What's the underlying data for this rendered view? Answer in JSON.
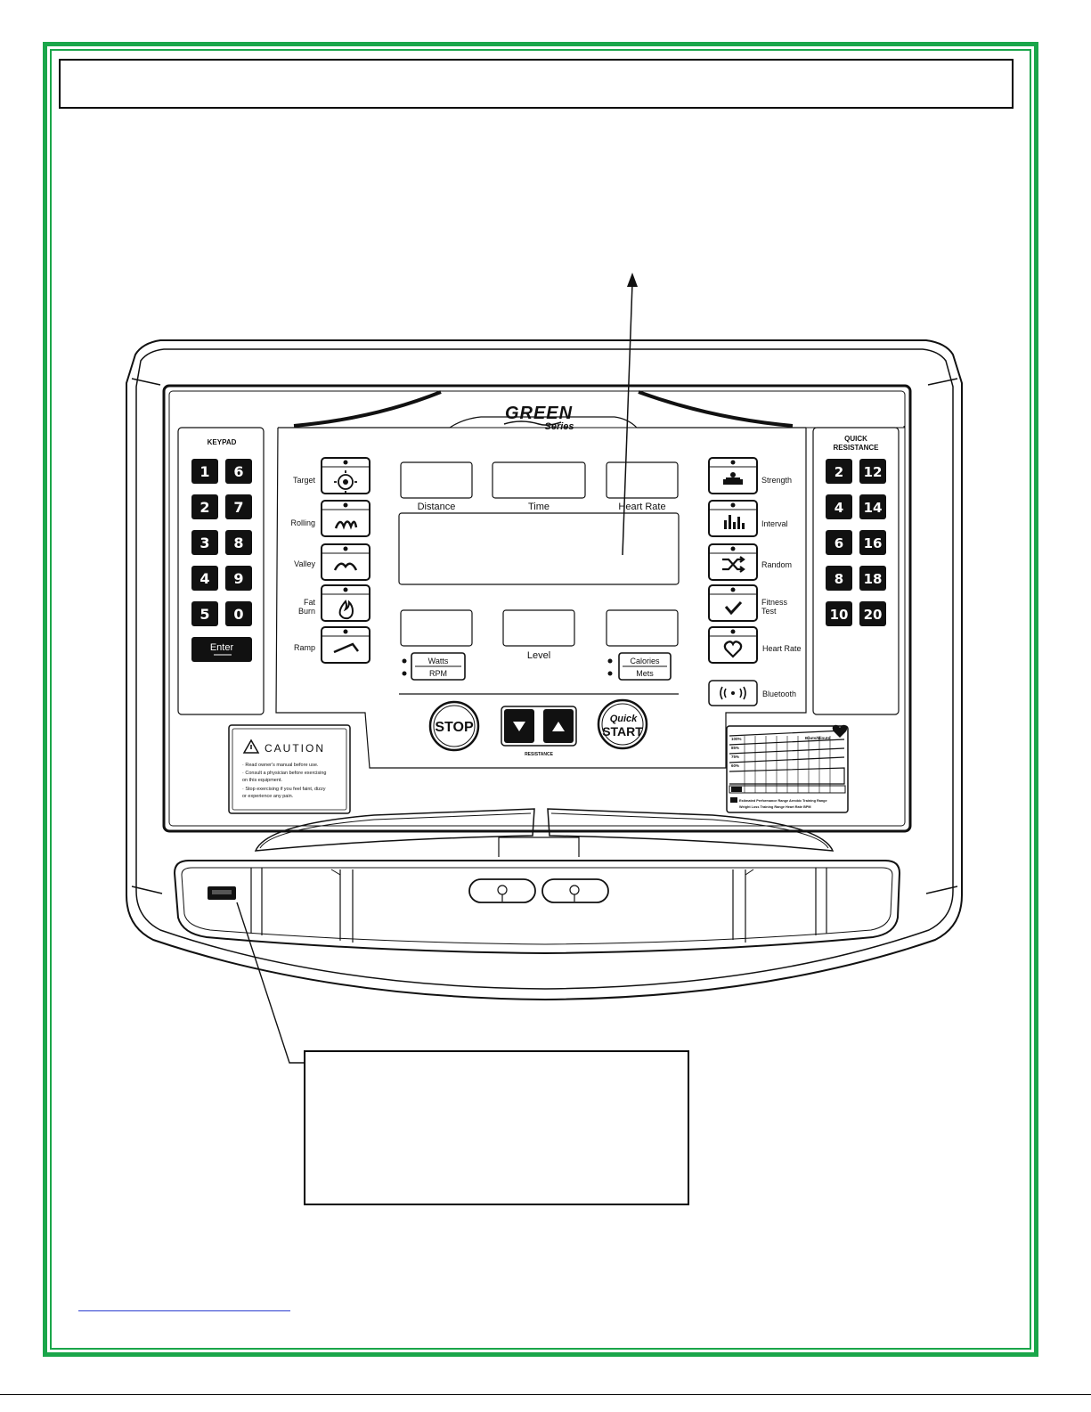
{
  "brand": {
    "name": "GREEN",
    "series": "Series"
  },
  "keypad": {
    "title": "KEYPAD",
    "keys": [
      "1",
      "6",
      "2",
      "7",
      "3",
      "8",
      "4",
      "9",
      "5",
      "0"
    ],
    "enter": "Enter"
  },
  "quick_resistance": {
    "title_line1": "QUICK",
    "title_line2": "RESISTANCE",
    "keys": [
      "2",
      "12",
      "4",
      "14",
      "6",
      "16",
      "8",
      "18",
      "10",
      "20"
    ]
  },
  "programs_left": [
    {
      "label": "Target",
      "icon": "target-icon"
    },
    {
      "label": "Rolling",
      "icon": "rolling-wave-icon"
    },
    {
      "label": "Valley",
      "icon": "valley-icon"
    },
    {
      "label_line1": "Fat",
      "label_line2": "Burn",
      "icon": "flame-icon"
    },
    {
      "label": "Ramp",
      "icon": "ramp-icon"
    }
  ],
  "programs_right": [
    {
      "label": "Strength",
      "icon": "strength-icon"
    },
    {
      "label": "Interval",
      "icon": "interval-bars-icon"
    },
    {
      "label": "Random",
      "icon": "shuffle-icon"
    },
    {
      "label_line1": "Fitness",
      "label_line2": "Test",
      "icon": "checkmark-icon"
    },
    {
      "label": "Heart Rate",
      "icon": "heart-icon"
    },
    {
      "label": "Bluetooth",
      "icon": "bluetooth-signal-icon"
    }
  ],
  "display": {
    "distance": "Distance",
    "time": "Time",
    "heart_rate": "Heart Rate",
    "level": "Level",
    "watts": "Watts",
    "rpm": "RPM",
    "calories": "Calories",
    "mets": "Mets"
  },
  "controls": {
    "stop": "STOP",
    "quick": "Quick",
    "start": "START",
    "resistance": "RESISTANCE"
  },
  "caution": {
    "title": "CAUTION",
    "lines": [
      "· Read owner's manual before use.",
      "· Consult a physician before exercising",
      "  on this equipment.",
      "· Stop exercising if you feel faint, dizzy",
      "  or experience any pain."
    ]
  },
  "hr_chart": {
    "title": "Beats/Minute",
    "percents": [
      "100%",
      "85%",
      "75%",
      "60%"
    ],
    "legend_line1": "Estimated Performance Range   Aerobic Training Range",
    "legend_line2": "Weight Loss Training Range   Heart Rate BPM"
  },
  "colors": {
    "border": "#1aa64a",
    "key_bg": "#111111",
    "link": "#2a3dcf"
  }
}
